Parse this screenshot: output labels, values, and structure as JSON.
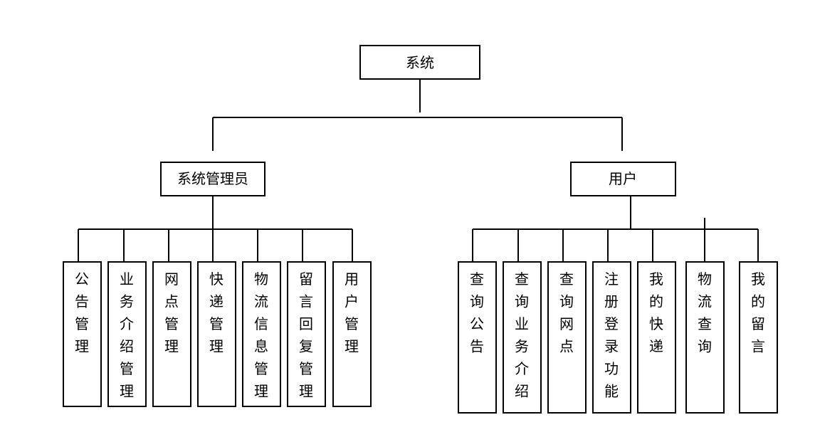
{
  "root": {
    "label": "系统"
  },
  "admin": {
    "label": "系统管理员",
    "children": [
      {
        "label": "公告管理"
      },
      {
        "label": "业务介绍管理"
      },
      {
        "label": "网点管理"
      },
      {
        "label": "快递管理"
      },
      {
        "label": "物流信息管理"
      },
      {
        "label": "留言回复管理"
      },
      {
        "label": "用户管理"
      }
    ]
  },
  "user": {
    "label": "用户",
    "children": [
      {
        "label": "查询公告"
      },
      {
        "label": "查询业务介绍"
      },
      {
        "label": "查询网点"
      },
      {
        "label": "注册登录功能"
      },
      {
        "label": "我的快递"
      },
      {
        "label": "物流查询"
      },
      {
        "label": "我的留言"
      }
    ]
  }
}
